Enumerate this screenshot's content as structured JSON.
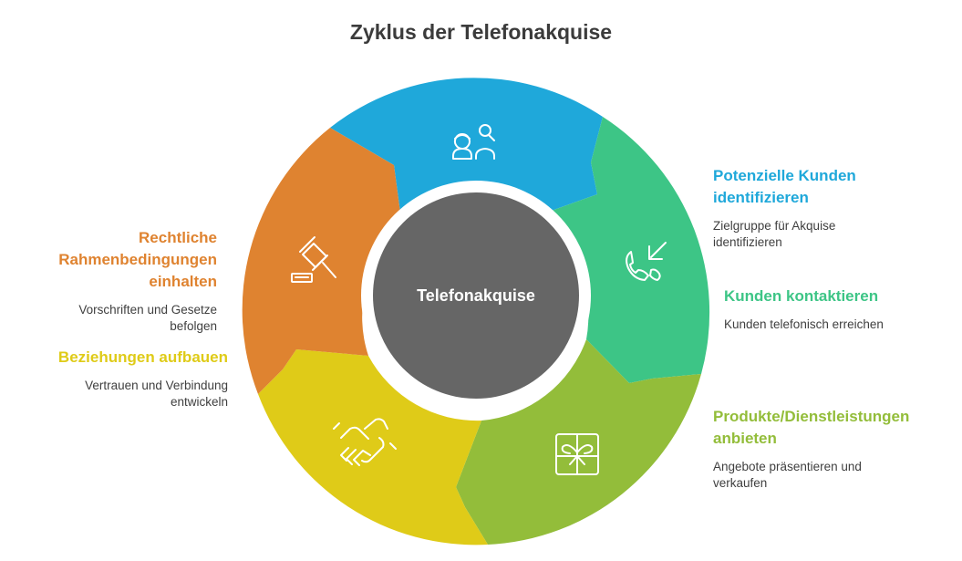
{
  "title": "Zyklus der Telefonakquise",
  "center_label": "Telefonakquise",
  "colors": {
    "blue": "#1fa8da",
    "green": "#3dc586",
    "lime": "#93bd3a",
    "yellow": "#dfcb18",
    "orange": "#df8330",
    "center": "#666666",
    "title": "#3b3b3b"
  },
  "steps": [
    {
      "heading": "Potenzielle Kunden\nidentifizieren",
      "desc": "Zielgruppe für Akquise\nidentifizieren",
      "color": "#1fa8da",
      "icon": "people-search-icon"
    },
    {
      "heading": "Kunden kontaktieren",
      "desc": "Kunden telefonisch erreichen",
      "color": "#3dc586",
      "icon": "phone-incoming-icon"
    },
    {
      "heading": "Produkte/Dienstleistungen\nanbieten",
      "desc": "Angebote präsentieren und\nverkaufen",
      "color": "#93bd3a",
      "icon": "gift-icon"
    },
    {
      "heading": "Beziehungen aufbauen",
      "desc": "Vertrauen und Verbindung\nentwickeln",
      "color": "#dfcb18",
      "icon": "handshake-icon"
    },
    {
      "heading": "Rechtliche\nRahmenbedingungen\neinhalten",
      "desc": "Vorschriften und Gesetze\nbefolgen",
      "color": "#df8330",
      "icon": "gavel-icon"
    }
  ]
}
